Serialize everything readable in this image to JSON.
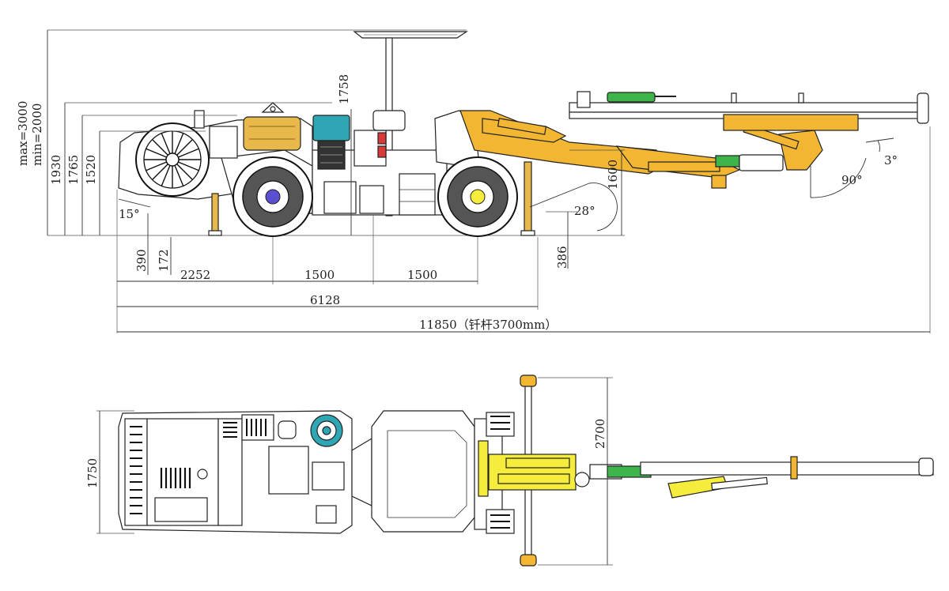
{
  "side_view": {
    "height_labels": {
      "max_min": "max=3000\nmin=2000",
      "h1930": "1930",
      "h1765": "1765",
      "h1520": "1520",
      "h1758": "1758",
      "h1600": "1600",
      "h390": "390",
      "h172": "172",
      "h386": "386"
    },
    "angles": {
      "a15": "15°",
      "a28": "28°",
      "a3": "3°",
      "a90": "90°"
    },
    "lengths": {
      "l2252": "2252",
      "l1500a": "1500",
      "l1500b": "1500",
      "l6128": "6128",
      "l11850": "11850（钎杆3700mm）"
    }
  },
  "top_view": {
    "width_1750": "1750",
    "width_2700": "2700"
  },
  "colors": {
    "boom_yellow": "#f2b632",
    "bright_yellow": "#f6ec3c",
    "motor_teal": "#2fa6b4",
    "wheel_blue": "#5a4fd0",
    "red_light": "#d83a3a",
    "green_valve": "#3db54a",
    "body_white": "#ffffff",
    "tank_yellow": "#e8b84a"
  }
}
